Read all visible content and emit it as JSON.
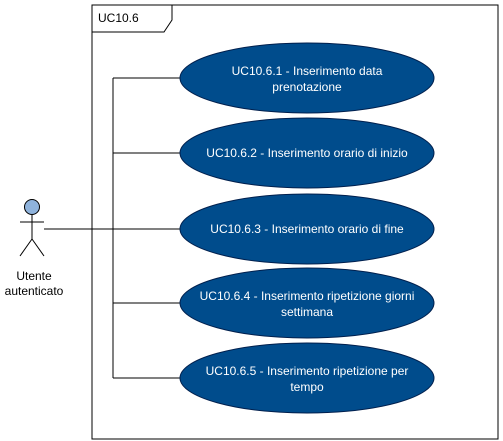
{
  "frame": {
    "title": "UC10.6"
  },
  "actor": {
    "label_line1": "Utente",
    "label_line2": "autenticato"
  },
  "use_cases": [
    {
      "line1": "UC10.6.1 - Inserimento data",
      "line2": "prenotazione"
    },
    {
      "line1": "UC10.6.2 - Inserimento orario di inizio",
      "line2": ""
    },
    {
      "line1": "UC10.6.3 - Inserimento orario di fine",
      "line2": ""
    },
    {
      "line1": "UC10.6.4 - Inserimento ripetizione giorni",
      "line2": "settimana"
    },
    {
      "line1": "UC10.6.5 - Inserimento ripetizione per",
      "line2": "tempo"
    }
  ],
  "colors": {
    "ellipse_fill": "#004c8c",
    "ellipse_stroke": "#001f4d",
    "actor_head_fill": "#8fb3dc",
    "line": "#000000"
  }
}
